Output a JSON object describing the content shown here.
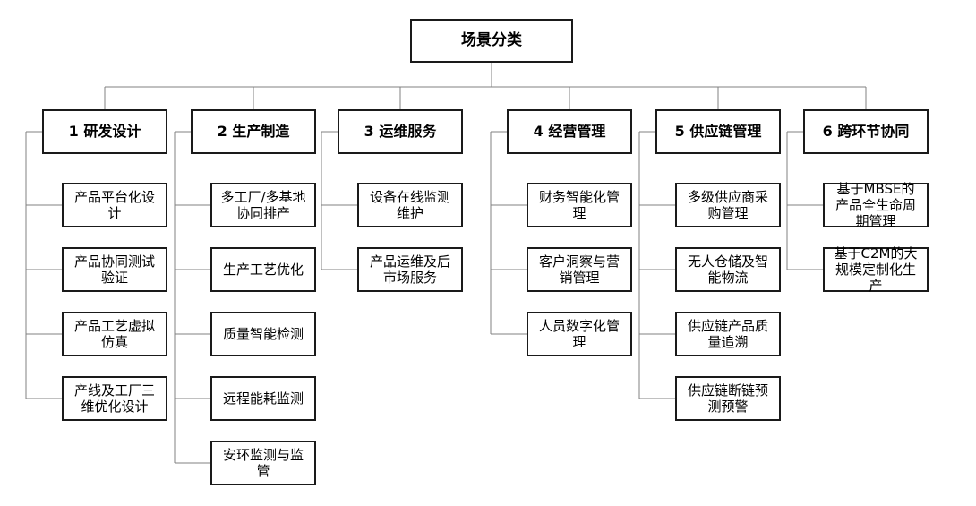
{
  "diagram": {
    "root": {
      "label": "场景分类"
    },
    "columns": [
      {
        "label": "1 研发设计",
        "children": [
          "产品平台化设计",
          "产品协同测试验证",
          "产品工艺虚拟仿真",
          "产线及工厂三维优化设计"
        ]
      },
      {
        "label": "2 生产制造",
        "children": [
          "多工厂/多基地协同排产",
          "生产工艺优化",
          "质量智能检测",
          "远程能耗监测",
          "安环监测与监管"
        ]
      },
      {
        "label": "3 运维服务",
        "children": [
          "设备在线监测维护",
          "产品运维及后市场服务"
        ]
      },
      {
        "label": "4 经营管理",
        "children": [
          "财务智能化管理",
          "客户洞察与营销管理",
          "人员数字化管理"
        ]
      },
      {
        "label": "5 供应链管理",
        "children": [
          "多级供应商采购管理",
          "无人仓储及智能物流",
          "供应链产品质量追溯",
          "供应链断链预测预警"
        ]
      },
      {
        "label": "6 跨环节协同",
        "children": [
          "基于MBSE的产品全生命周期管理",
          "基于C2M的大规模定制化生产"
        ]
      }
    ],
    "colors": {
      "box_border": "#1a1a1a",
      "connector": "#808080",
      "background": "#ffffff",
      "text": "#000000"
    }
  }
}
